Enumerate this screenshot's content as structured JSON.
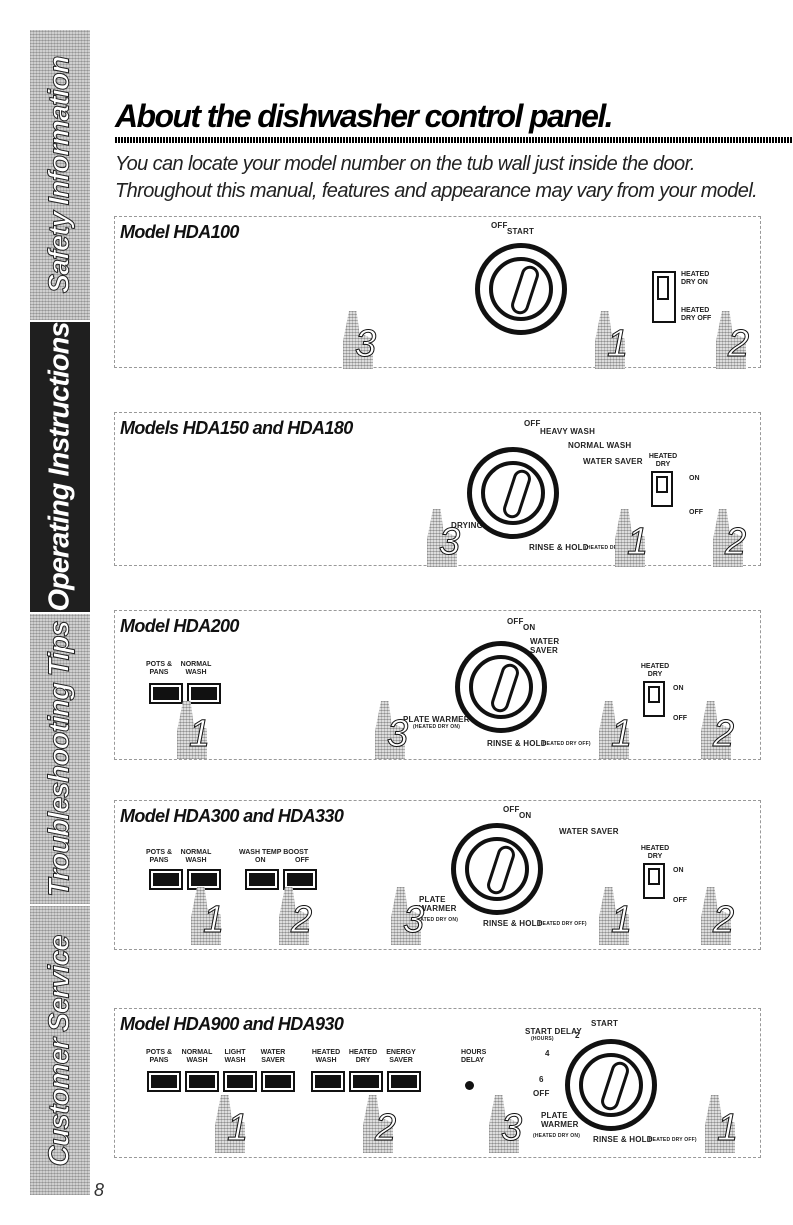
{
  "sidebar": {
    "tabs": [
      {
        "label": "Safety Information",
        "active": false
      },
      {
        "label": "Operating Instructions",
        "active": true
      },
      {
        "label": "Troubleshooting Tips",
        "active": false
      },
      {
        "label": "Customer Service",
        "active": false
      }
    ]
  },
  "page": {
    "number": "8",
    "title": "About the dishwasher control panel.",
    "intro": "You can locate your model number on the tub wall just inside the door. Throughout this manual, features and appearance may vary from your model."
  },
  "sections": {
    "hda100": {
      "model": "Model HDA100",
      "dial_labels": {
        "off": "OFF",
        "start": "START"
      },
      "switch": {
        "top": "HEATED DRY ON",
        "bottom": "HEATED DRY OFF"
      },
      "callouts": [
        "3",
        "1",
        "2"
      ]
    },
    "hda150": {
      "model": "Models HDA150 and HDA180",
      "dial_labels": {
        "off": "OFF",
        "heavy": "HEAVY WASH",
        "normal": "NORMAL WASH",
        "saver": "WATER SAVER",
        "drying": "DRYING",
        "rinse": "RINSE & HOLD",
        "rinse_note": "(HEATED DRY OFF)"
      },
      "switch": {
        "title": "HEATED DRY",
        "on": "ON",
        "off": "OFF"
      },
      "callouts": [
        "3",
        "1",
        "2"
      ]
    },
    "hda200": {
      "model": "Model HDA200",
      "buttons": [
        "POTS & PANS",
        "NORMAL WASH"
      ],
      "dial_labels": {
        "off": "OFF",
        "on": "ON",
        "saver": "WATER SAVER",
        "plate": "PLATE WARMER",
        "plate_note": "(HEATED DRY ON)",
        "rinse": "RINSE & HOLD",
        "rinse_note": "(HEATED DRY OFF)"
      },
      "switch": {
        "title": "HEATED DRY",
        "on": "ON",
        "off": "OFF"
      },
      "callouts": [
        "1",
        "3",
        "1",
        "2"
      ]
    },
    "hda300": {
      "model": "Model HDA300 and HDA330",
      "buttons": [
        "POTS & PANS",
        "NORMAL WASH"
      ],
      "boost": {
        "title": "WASH TEMP BOOST",
        "on": "ON",
        "off": "OFF"
      },
      "dial_labels": {
        "off": "OFF",
        "on": "ON",
        "saver": "WATER SAVER",
        "plate": "PLATE WARMER",
        "plate_note": "(HEATED DRY ON)",
        "rinse": "RINSE & HOLD",
        "rinse_note": "(HEATED DRY OFF)"
      },
      "switch": {
        "title": "HEATED DRY",
        "on": "ON",
        "off": "OFF"
      },
      "callouts": [
        "1",
        "2",
        "3",
        "1",
        "2"
      ]
    },
    "hda900": {
      "model": "Model HDA900 and HDA930",
      "buttons": [
        "POTS & PANS",
        "NORMAL WASH",
        "LIGHT WASH",
        "WATER SAVER",
        "HEATED WASH",
        "HEATED DRY",
        "ENERGY SAVER"
      ],
      "delay_label": "HOURS DELAY",
      "dial_labels": {
        "start_delay": "START DELAY",
        "hours": "(HOURS)",
        "two": "2",
        "start": "START",
        "four": "4",
        "six": "6",
        "off": "OFF",
        "plate": "PLATE WARMER",
        "plate_note": "(HEATED DRY ON)",
        "rinse": "RINSE & HOLD",
        "rinse_note": "(HEATED DRY OFF)"
      },
      "callouts": [
        "1",
        "2",
        "3",
        "1"
      ]
    }
  }
}
